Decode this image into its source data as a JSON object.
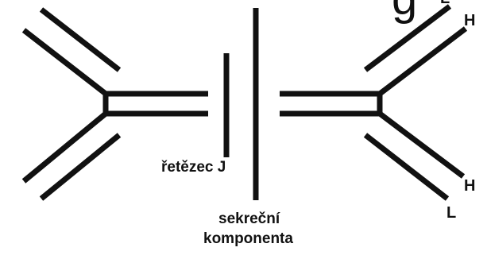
{
  "labels": {
    "j_chain": "řetězec J",
    "secretory_component": [
      "sekreční",
      "komponenta"
    ],
    "right_heavy_top": "H",
    "right_light_top": "L",
    "right_heavy_bottom": "H",
    "right_light_bottom": "L",
    "top_cut_glyph": "g"
  },
  "colors": {
    "stroke": "#111111",
    "background": "#ffffff"
  }
}
